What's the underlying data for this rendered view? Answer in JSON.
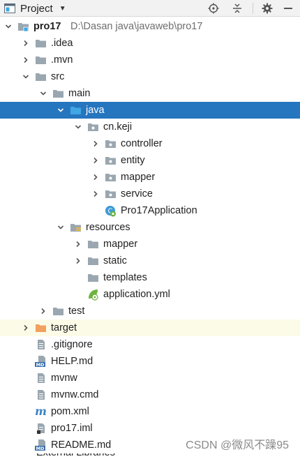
{
  "header": {
    "title": "Project",
    "icons": [
      "project-window-icon",
      "chevron-down-icon",
      "locate-icon",
      "collapse-all-icon",
      "settings-gear-icon",
      "hide-minus-icon"
    ]
  },
  "tree": [
    {
      "id": "pro17",
      "label": "pro17",
      "path": "D:\\Dasan java\\javaweb\\pro17",
      "level": 0,
      "expand": "open",
      "icon": "module",
      "bold": true
    },
    {
      "id": "idea",
      "label": ".idea",
      "level": 1,
      "expand": "closed",
      "icon": "folder"
    },
    {
      "id": "mvn",
      "label": ".mvn",
      "level": 1,
      "expand": "closed",
      "icon": "folder"
    },
    {
      "id": "src",
      "label": "src",
      "level": 1,
      "expand": "open",
      "icon": "folder"
    },
    {
      "id": "main",
      "label": "main",
      "level": 2,
      "expand": "open",
      "icon": "folder"
    },
    {
      "id": "java",
      "label": "java",
      "level": 3,
      "expand": "open",
      "icon": "folder-source",
      "selected": true
    },
    {
      "id": "cn-keji",
      "label": "cn.keji",
      "level": 4,
      "expand": "open",
      "icon": "package"
    },
    {
      "id": "controller",
      "label": "controller",
      "level": 5,
      "expand": "closed",
      "icon": "package"
    },
    {
      "id": "entity",
      "label": "entity",
      "level": 5,
      "expand": "closed",
      "icon": "package"
    },
    {
      "id": "mapper-pkg",
      "label": "mapper",
      "level": 5,
      "expand": "closed",
      "icon": "package"
    },
    {
      "id": "service",
      "label": "service",
      "level": 5,
      "expand": "closed",
      "icon": "package"
    },
    {
      "id": "pro17application",
      "label": "Pro17Application",
      "level": 5,
      "expand": "none",
      "icon": "spring-class"
    },
    {
      "id": "resources",
      "label": "resources",
      "level": 3,
      "expand": "open",
      "icon": "folder-resources"
    },
    {
      "id": "mapper-res",
      "label": "mapper",
      "level": 4,
      "expand": "closed",
      "icon": "folder"
    },
    {
      "id": "static",
      "label": "static",
      "level": 4,
      "expand": "closed",
      "icon": "folder"
    },
    {
      "id": "templates",
      "label": "templates",
      "level": 4,
      "expand": "none",
      "icon": "folder"
    },
    {
      "id": "application-yml",
      "label": "application.yml",
      "level": 4,
      "expand": "none",
      "icon": "spring-config"
    },
    {
      "id": "test",
      "label": "test",
      "level": 2,
      "expand": "closed",
      "icon": "folder"
    },
    {
      "id": "target",
      "label": "target",
      "level": 1,
      "expand": "closed",
      "icon": "folder-excluded",
      "excluded": true
    },
    {
      "id": "gitignore",
      "label": ".gitignore",
      "level": 1,
      "expand": "none",
      "icon": "file-text"
    },
    {
      "id": "help-md",
      "label": "HELP.md",
      "level": 1,
      "expand": "none",
      "icon": "file-md"
    },
    {
      "id": "mvnw",
      "label": "mvnw",
      "level": 1,
      "expand": "none",
      "icon": "file-text"
    },
    {
      "id": "mvnw-cmd",
      "label": "mvnw.cmd",
      "level": 1,
      "expand": "none",
      "icon": "file-text"
    },
    {
      "id": "pom-xml",
      "label": "pom.xml",
      "level": 1,
      "expand": "none",
      "icon": "maven"
    },
    {
      "id": "pro17-iml",
      "label": "pro17.iml",
      "level": 1,
      "expand": "none",
      "icon": "file-iml"
    },
    {
      "id": "readme-md",
      "label": "README.md",
      "level": 1,
      "expand": "none",
      "icon": "file-md"
    }
  ],
  "cut_off_item": "External Libraries",
  "watermark": "CSDN @微风不躁95",
  "colors": {
    "selection": "#2675bf",
    "excluded_row": "#fcfbe8",
    "folder": "#9aa7b0",
    "source_folder": "#40a7e4",
    "excluded_folder": "#f0a15f",
    "spring": "#6db33f",
    "maven": "#3b82c4"
  }
}
